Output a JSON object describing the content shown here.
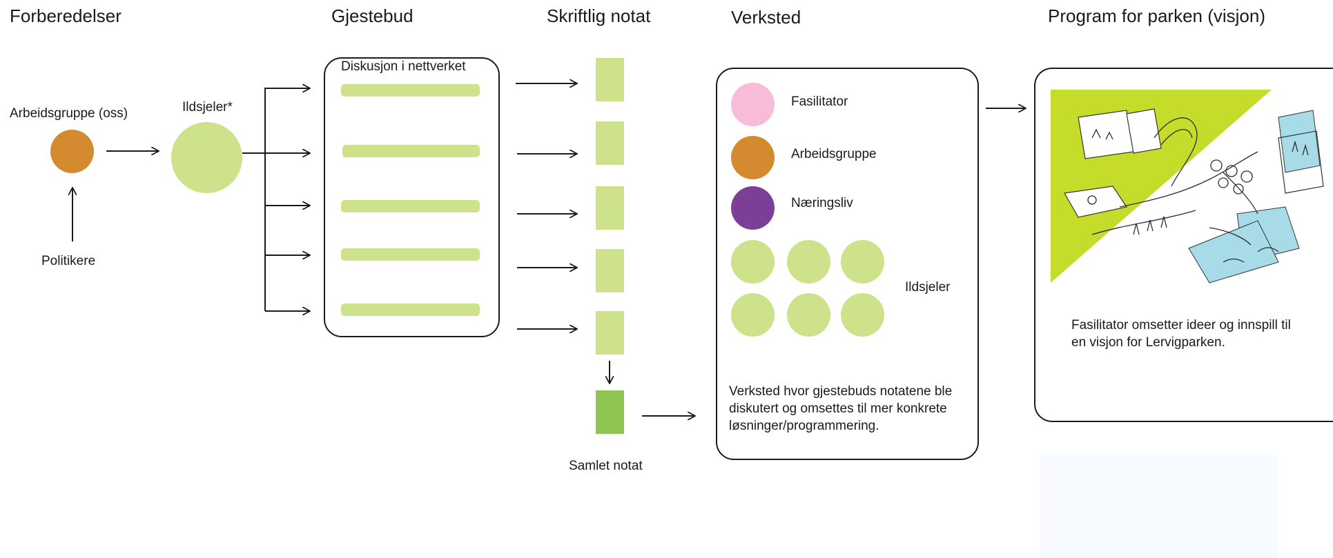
{
  "columns": {
    "forberedelser": "Forberedelser",
    "gjestebud": "Gjestebud",
    "skriftlig_notat": "Skriftlig notat",
    "verksted": "Verksted",
    "program": "Program for parken (visjon)"
  },
  "preparation": {
    "work_group": "Arbeidsgruppe (oss)",
    "politicians": "Politikere",
    "fire_souls": "Ildsjeler*"
  },
  "gjestebud": {
    "box_title": "Diskusjon i nettverket",
    "discussion_bar_count": 5
  },
  "notes": {
    "note_count": 5,
    "combined_label": "Samlet notat"
  },
  "workshop": {
    "legend": [
      {
        "label": "Fasilitator",
        "color": "#f7bcd8"
      },
      {
        "label": "Arbeidsgruppe",
        "color": "#d48a2e"
      },
      {
        "label": "Næringsliv",
        "color": "#7b3f98"
      }
    ],
    "ildsjeler_label": "Ildsjeler",
    "ildsjeler_count": 6,
    "description": "Verksted hvor gjestebuds notatene ble diskutert og omsettes til mer konkrete løsninger/programmering."
  },
  "program": {
    "caption": "Fasilitator omsetter ideer og innspill til en visjon for Lervigparken."
  },
  "colors": {
    "light_green": "#cde28a",
    "dark_green": "#8dc550",
    "orange": "#d48a2e",
    "pink": "#f7bcd8",
    "purple": "#7b3f98",
    "lime": "#c6dc2a",
    "water_blue": "#a8dbe8"
  }
}
